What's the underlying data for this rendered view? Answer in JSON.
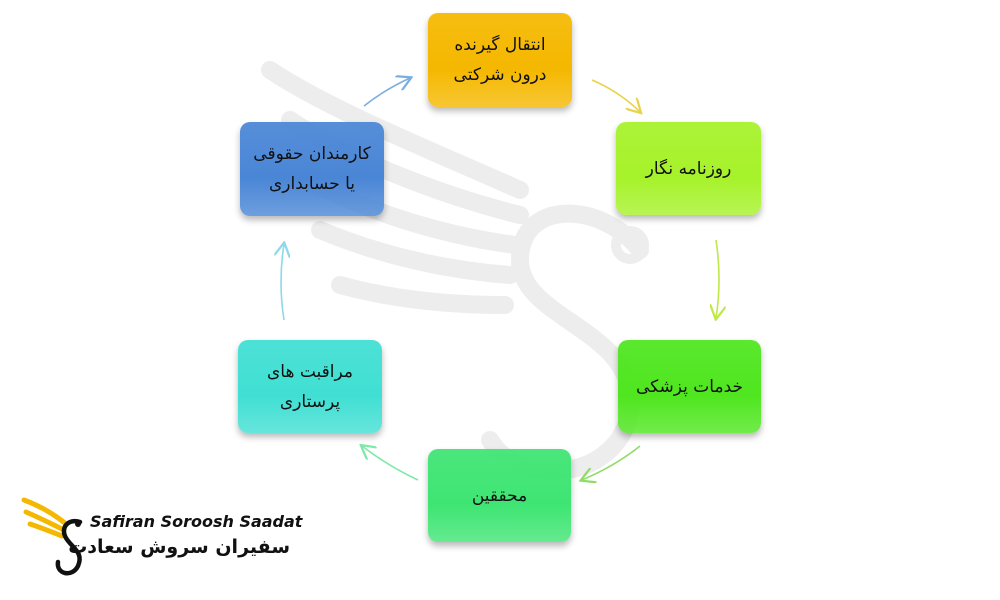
{
  "diagram": {
    "nodes": [
      {
        "id": "internal-transfer",
        "text": "انتقال گیرنده\nدرون شرکتی",
        "color": "#f5b800"
      },
      {
        "id": "journalist",
        "text": "روزنامه نگار",
        "color": "#a6f22a"
      },
      {
        "id": "medical-services",
        "text": "خدمات پزشکی",
        "color": "#4fe61f"
      },
      {
        "id": "researchers",
        "text": "محققین",
        "color": "#3ee573"
      },
      {
        "id": "nursing-care",
        "text": "مراقبت های\nپرستاری",
        "color": "#40dfd3"
      },
      {
        "id": "legal-employee",
        "text": "کارمندان حقوقی\nیا حسابداری",
        "color": "#4a86d6"
      }
    ],
    "arrow_colors": [
      "#e8d34a",
      "#bfe84a",
      "#8fdc6a",
      "#7ee8a8",
      "#8fd8e8",
      "#7aaee0"
    ]
  },
  "logo": {
    "name_en": "Safiran Soroosh Saadat",
    "name_fa": "سفیران سروش سعادت",
    "accent_color": "#f5b800"
  }
}
